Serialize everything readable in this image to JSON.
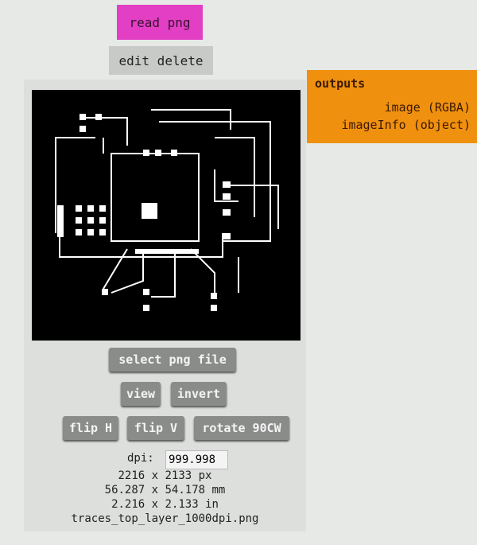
{
  "module": {
    "title": "read png",
    "edit_delete": "edit delete"
  },
  "outputs": {
    "heading": "outputs",
    "items": [
      "image (RGBA)",
      "imageInfo (object)"
    ]
  },
  "buttons": {
    "select": "select png file",
    "view": "view",
    "invert": "invert",
    "flip_h": "flip H",
    "flip_v": "flip V",
    "rotate": "rotate 90CW"
  },
  "dpi": {
    "label": "dpi:",
    "value": "999.998"
  },
  "info": {
    "px": "2216 x 2133 px",
    "mm": "56.287 x 54.178 mm",
    "in": "2.216 x 2.133 in",
    "filename": "traces_top_layer_1000dpi.png"
  },
  "colors": {
    "title": "#e23fc4",
    "outputs": "#f0900f"
  }
}
